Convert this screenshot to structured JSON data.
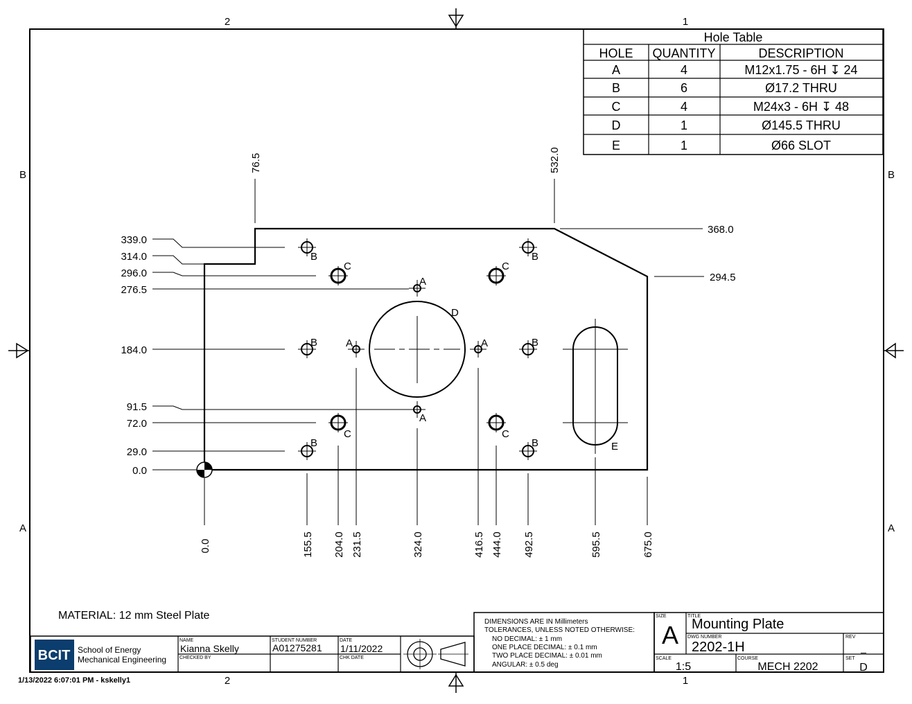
{
  "border_zones": {
    "top": [
      "2",
      "1"
    ],
    "bottom": [
      "2",
      "1"
    ],
    "left": [
      "B",
      "A"
    ],
    "right": [
      "B",
      "A"
    ]
  },
  "hole_table": {
    "title": "Hole Table",
    "headers": [
      "HOLE",
      "QUANTITY",
      "DESCRIPTION"
    ],
    "rows": [
      [
        "A",
        "4",
        "M12x1.75 - 6H ↧ 24"
      ],
      [
        "B",
        "6",
        "Ø17.2 THRU"
      ],
      [
        "C",
        "4",
        "M24x3 - 6H ↧ 48"
      ],
      [
        "D",
        "1",
        "Ø145.5 THRU"
      ],
      [
        "E",
        "1",
        "Ø66 SLOT"
      ]
    ]
  },
  "y_dims": [
    "339.0",
    "314.0",
    "296.0",
    "276.5",
    "184.0",
    "91.5",
    "72.0",
    "29.0",
    "0.0"
  ],
  "y_dims_right": [
    "368.0",
    "294.5"
  ],
  "x_dims_top": [
    "76.5",
    "532.0"
  ],
  "x_dims_bottom": [
    "0.0",
    "155.5",
    "204.0",
    "231.5",
    "324.0",
    "416.5",
    "444.0",
    "492.5",
    "595.5",
    "675.0"
  ],
  "hole_labels": {
    "B": "B",
    "C": "C",
    "A": "A",
    "D": "D",
    "E": "E"
  },
  "material": "MATERIAL: 12 mm Steel Plate",
  "title_block": {
    "logo": "BCIT",
    "school_line1": "School of Energy",
    "school_line2": "Mechanical Engineering",
    "name_label": "NAME",
    "name": "Kianna Skelly",
    "checked_by_label": "CHECKED BY",
    "student_number_label": "STUDENT NUMBER",
    "student_number": "A01275281",
    "date_label": "DATE",
    "date": "1/11/2022",
    "chk_date_label": "CHK DATE",
    "tolerances": [
      "DIMENSIONS ARE IN Millimeters",
      "TOLERANCES, UNLESS NOTED OTHERWISE:",
      "NO DECIMAL: ± 1 mm",
      "ONE PLACE DECIMAL:  ± 0.1 mm",
      "TWO PLACE DECIMAL:  ± 0.01 mm",
      "ANGULAR: ± 0.5 deg"
    ],
    "size_label": "SIZE",
    "size": "A",
    "title_label": "TITLE",
    "title": "Mounting Plate",
    "dwg_label": "DWG NUMBER",
    "dwg_number": "2202-1H",
    "rev_label": "REV",
    "rev": "_",
    "scale_label": "SCALE",
    "scale": "1:5",
    "course_label": "COURSE",
    "course": "MECH 2202",
    "set_label": "SET",
    "set": "D"
  },
  "footer_stamp": "1/13/2022  6:07:01 PM - kskelly1"
}
